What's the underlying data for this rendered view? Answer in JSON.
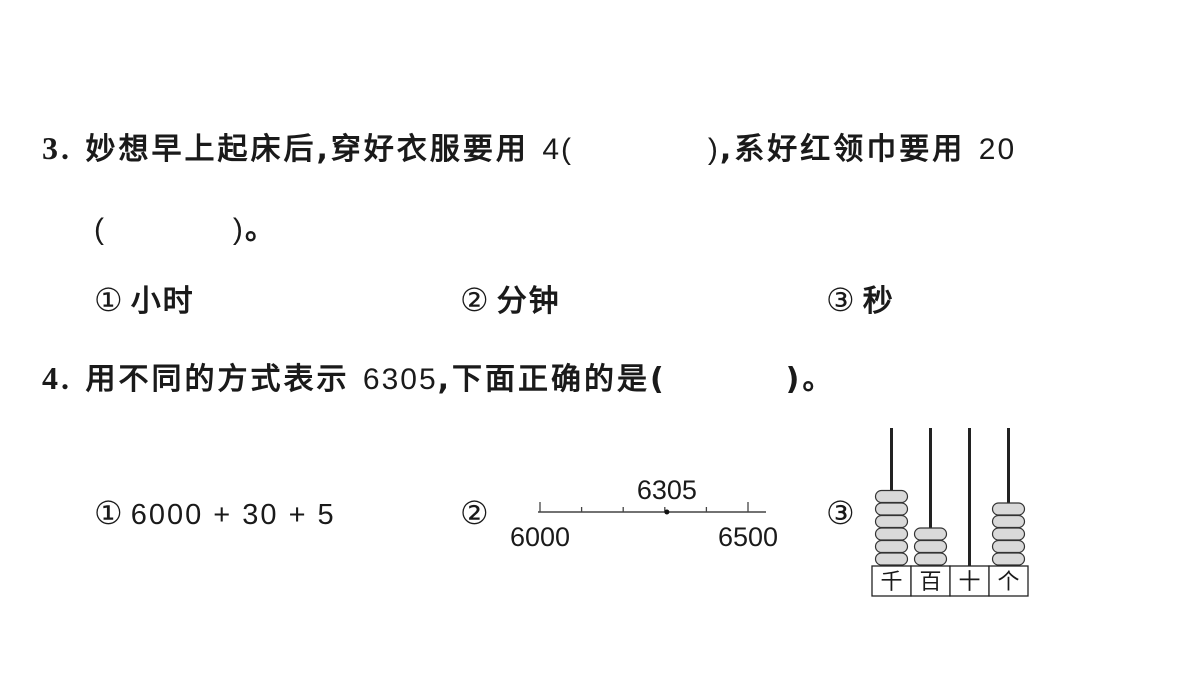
{
  "q3": {
    "number": "3",
    "text_a": "妙想早上起床后,穿好衣服要用",
    "val_a": "4",
    "paren_a_open": "(",
    "paren_a_close": ")",
    "text_b": ",系好红领巾要用",
    "val_b": "20",
    "paren_b_open": "(",
    "paren_b_close": ")",
    "end_mark": "。",
    "options": [
      {
        "mark": "①",
        "label": "小时"
      },
      {
        "mark": "②",
        "label": "分钟"
      },
      {
        "mark": "③",
        "label": "秒"
      }
    ]
  },
  "q4": {
    "number": "4",
    "text_a": "用不同的方式表示",
    "value": "6305",
    "text_b": ",下面正确的是(",
    "paren_close": ")。",
    "option1": {
      "mark": "①",
      "expr": "6000 + 30 + 5"
    },
    "option2": {
      "mark": "②",
      "point_label": "6305",
      "start_label": "6000",
      "end_label": "6500",
      "point_value": 6305,
      "start": 6000,
      "end": 6500
    },
    "option3": {
      "mark": "③",
      "places": [
        "千",
        "百",
        "十",
        "个"
      ],
      "beads": [
        6,
        3,
        0,
        5
      ]
    }
  },
  "colors": {
    "text": "#1a1a1a",
    "bead_fill": "#d9d9d9",
    "bead_stroke": "#333333"
  }
}
